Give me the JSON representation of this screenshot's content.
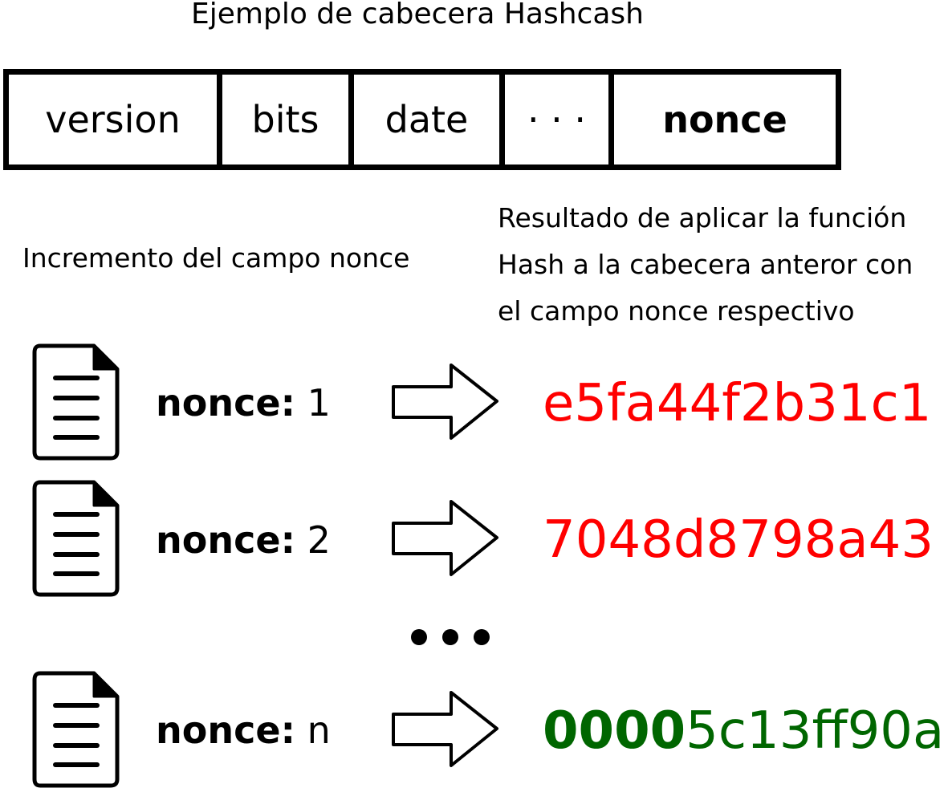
{
  "title": "Ejemplo de cabecera Hashcash",
  "header_fields": [
    {
      "label": "version"
    },
    {
      "label": "bits"
    },
    {
      "label": "date"
    },
    {
      "label": "· · ·"
    },
    {
      "label": "nonce"
    }
  ],
  "label_left": "Incremento del campo nonce",
  "label_right": [
    "Resultado de aplicar la función",
    "Hash a la cabecera anteror con",
    "el campo nonce respectivo"
  ],
  "rows": [
    {
      "nonce_key": "nonce:",
      "nonce_value": "1",
      "hash_prefix": "",
      "hash_rest": "e5fa44f2b31c1",
      "hash_color": "#ff0000"
    },
    {
      "nonce_key": "nonce:",
      "nonce_value": "2",
      "hash_prefix": "",
      "hash_rest": "7048d8798a43",
      "hash_color": "#ff0000"
    },
    {
      "nonce_key": "nonce:",
      "nonce_value": "n",
      "hash_prefix": "0000",
      "hash_rest": "5c13ff90a",
      "hash_color": "#006600"
    }
  ],
  "icons": {
    "document": "document-icon",
    "arrow": "right-arrow-icon",
    "ellipsis": "ellipsis-dots"
  }
}
